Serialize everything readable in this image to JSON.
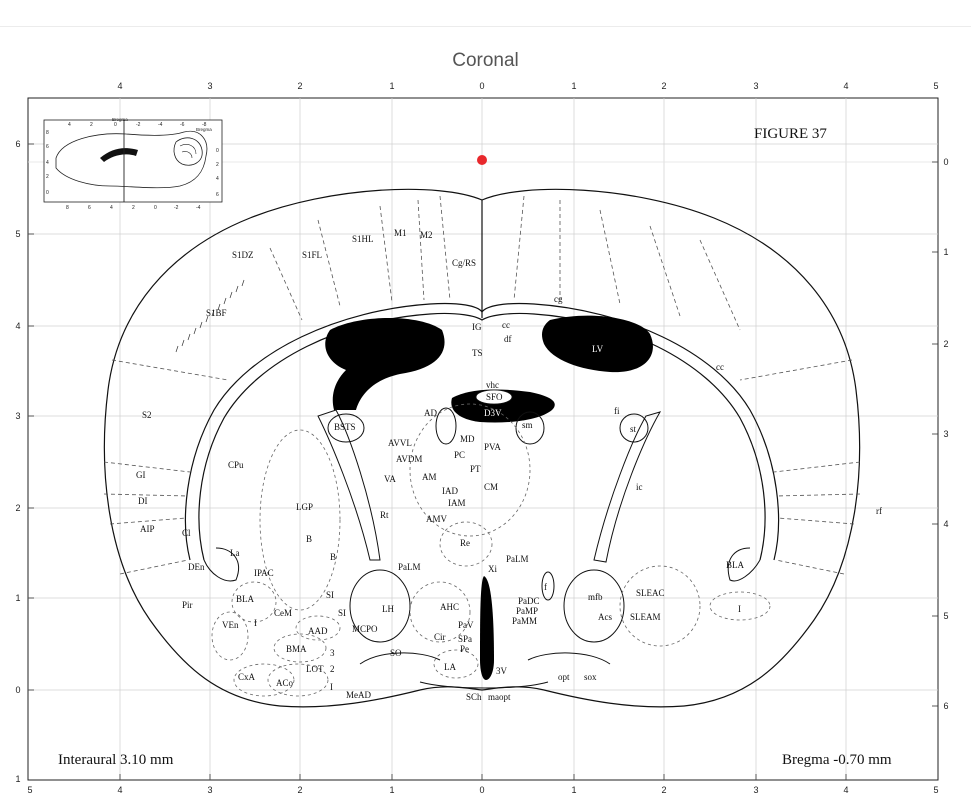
{
  "view_title": "Coronal",
  "figure_label": "FIGURE 37",
  "interaural_label": "Interaural 3.10 mm",
  "bregma_label": "Bregma -0.70 mm",
  "axis": {
    "top_ticks": [
      "4",
      "3",
      "2",
      "1",
      "0",
      "1",
      "2",
      "3",
      "4",
      "5"
    ],
    "bottom_ticks": [
      "5",
      "4",
      "3",
      "2",
      "1",
      "0",
      "1",
      "2",
      "3",
      "4",
      "5"
    ],
    "left_ticks": [
      "6",
      "5",
      "4",
      "3",
      "2",
      "1",
      "0",
      "1"
    ],
    "right_ticks": [
      "0",
      "1",
      "2",
      "3",
      "4",
      "5",
      "6"
    ]
  },
  "marker_color": "#e8282c",
  "inset": {
    "top_ticks": [
      "4",
      "2",
      "0",
      "-2",
      "-4",
      "-6",
      "-8"
    ],
    "bottom_ticks": [
      "8",
      "6",
      "4",
      "2",
      "0",
      "-2",
      "-4"
    ],
    "right_ticks": [
      "0",
      "2",
      "4",
      "6"
    ],
    "left_ticks": [
      "8",
      "6",
      "4",
      "2",
      "0"
    ],
    "bregma_top": "Bregma",
    "bregma_right": "Bregma"
  },
  "regions": {
    "s1dz": "S1DZ",
    "s1fl": "S1FL",
    "s1hl": "S1HL",
    "m1": "M1",
    "m2": "M2",
    "cgrs": "Cg/RS",
    "s1bf": "S1BF",
    "cg": "cg",
    "ig": "IG",
    "cc_top": "cc",
    "df": "df",
    "ts": "TS",
    "lv": "LV",
    "cc_right": "cc",
    "vhc": "vhc",
    "sfo": "SFO",
    "d3v": "D3V",
    "ad": "AD",
    "fi": "fi",
    "s2": "S2",
    "bsts": "BSTS",
    "sm": "sm",
    "st": "st",
    "avvl": "AVVL",
    "md": "MD",
    "avdm": "AVDM",
    "pva": "PVA",
    "pc": "PC",
    "cpu": "CPu",
    "pt": "PT",
    "gi": "GI",
    "va": "VA",
    "am": "AM",
    "cm": "CM",
    "ic": "ic",
    "iad": "IAD",
    "di": "DI",
    "iam": "IAM",
    "lgp": "LGP",
    "rt": "Rt",
    "rf": "rf",
    "amv": "AMV",
    "aip": "AIP",
    "cl": "Cl",
    "b1": "B",
    "re": "Re",
    "b2": "B",
    "la": "La",
    "palm1": "PaLM",
    "den": "DEn",
    "palm2": "PaLM",
    "xi": "Xi",
    "bla_r": "BLA",
    "f": "f",
    "ipac": "IPAC",
    "mfb": "mfb",
    "padc": "PaDC",
    "sleac": "SLEAC",
    "bla": "BLA",
    "si1": "SI",
    "pir": "Pir",
    "pamp": "PaMP",
    "ahc": "AHC",
    "si2": "SI",
    "lh": "LH",
    "cem": "CeM",
    "pamm": "PaMM",
    "acs": "Acs",
    "sleam": "SLEAM",
    "ven": "VEn",
    "i1": "I",
    "aad": "AAD",
    "mcpo": "MCPO",
    "pav": "PaV",
    "cir": "Cir",
    "spa": "SPa",
    "bma": "BMA",
    "n3": "3",
    "pe": "Pe",
    "so": "SO",
    "lot": "LOT",
    "n2": "2",
    "la_bottom": "LA",
    "v3": "3V",
    "cxa": "CxA",
    "aco": "ACo",
    "opt": "opt",
    "sox": "sox",
    "i2": "I",
    "mead": "MeAD",
    "sch": "SCh",
    "maopt": "maopt",
    "i_right": "I"
  }
}
